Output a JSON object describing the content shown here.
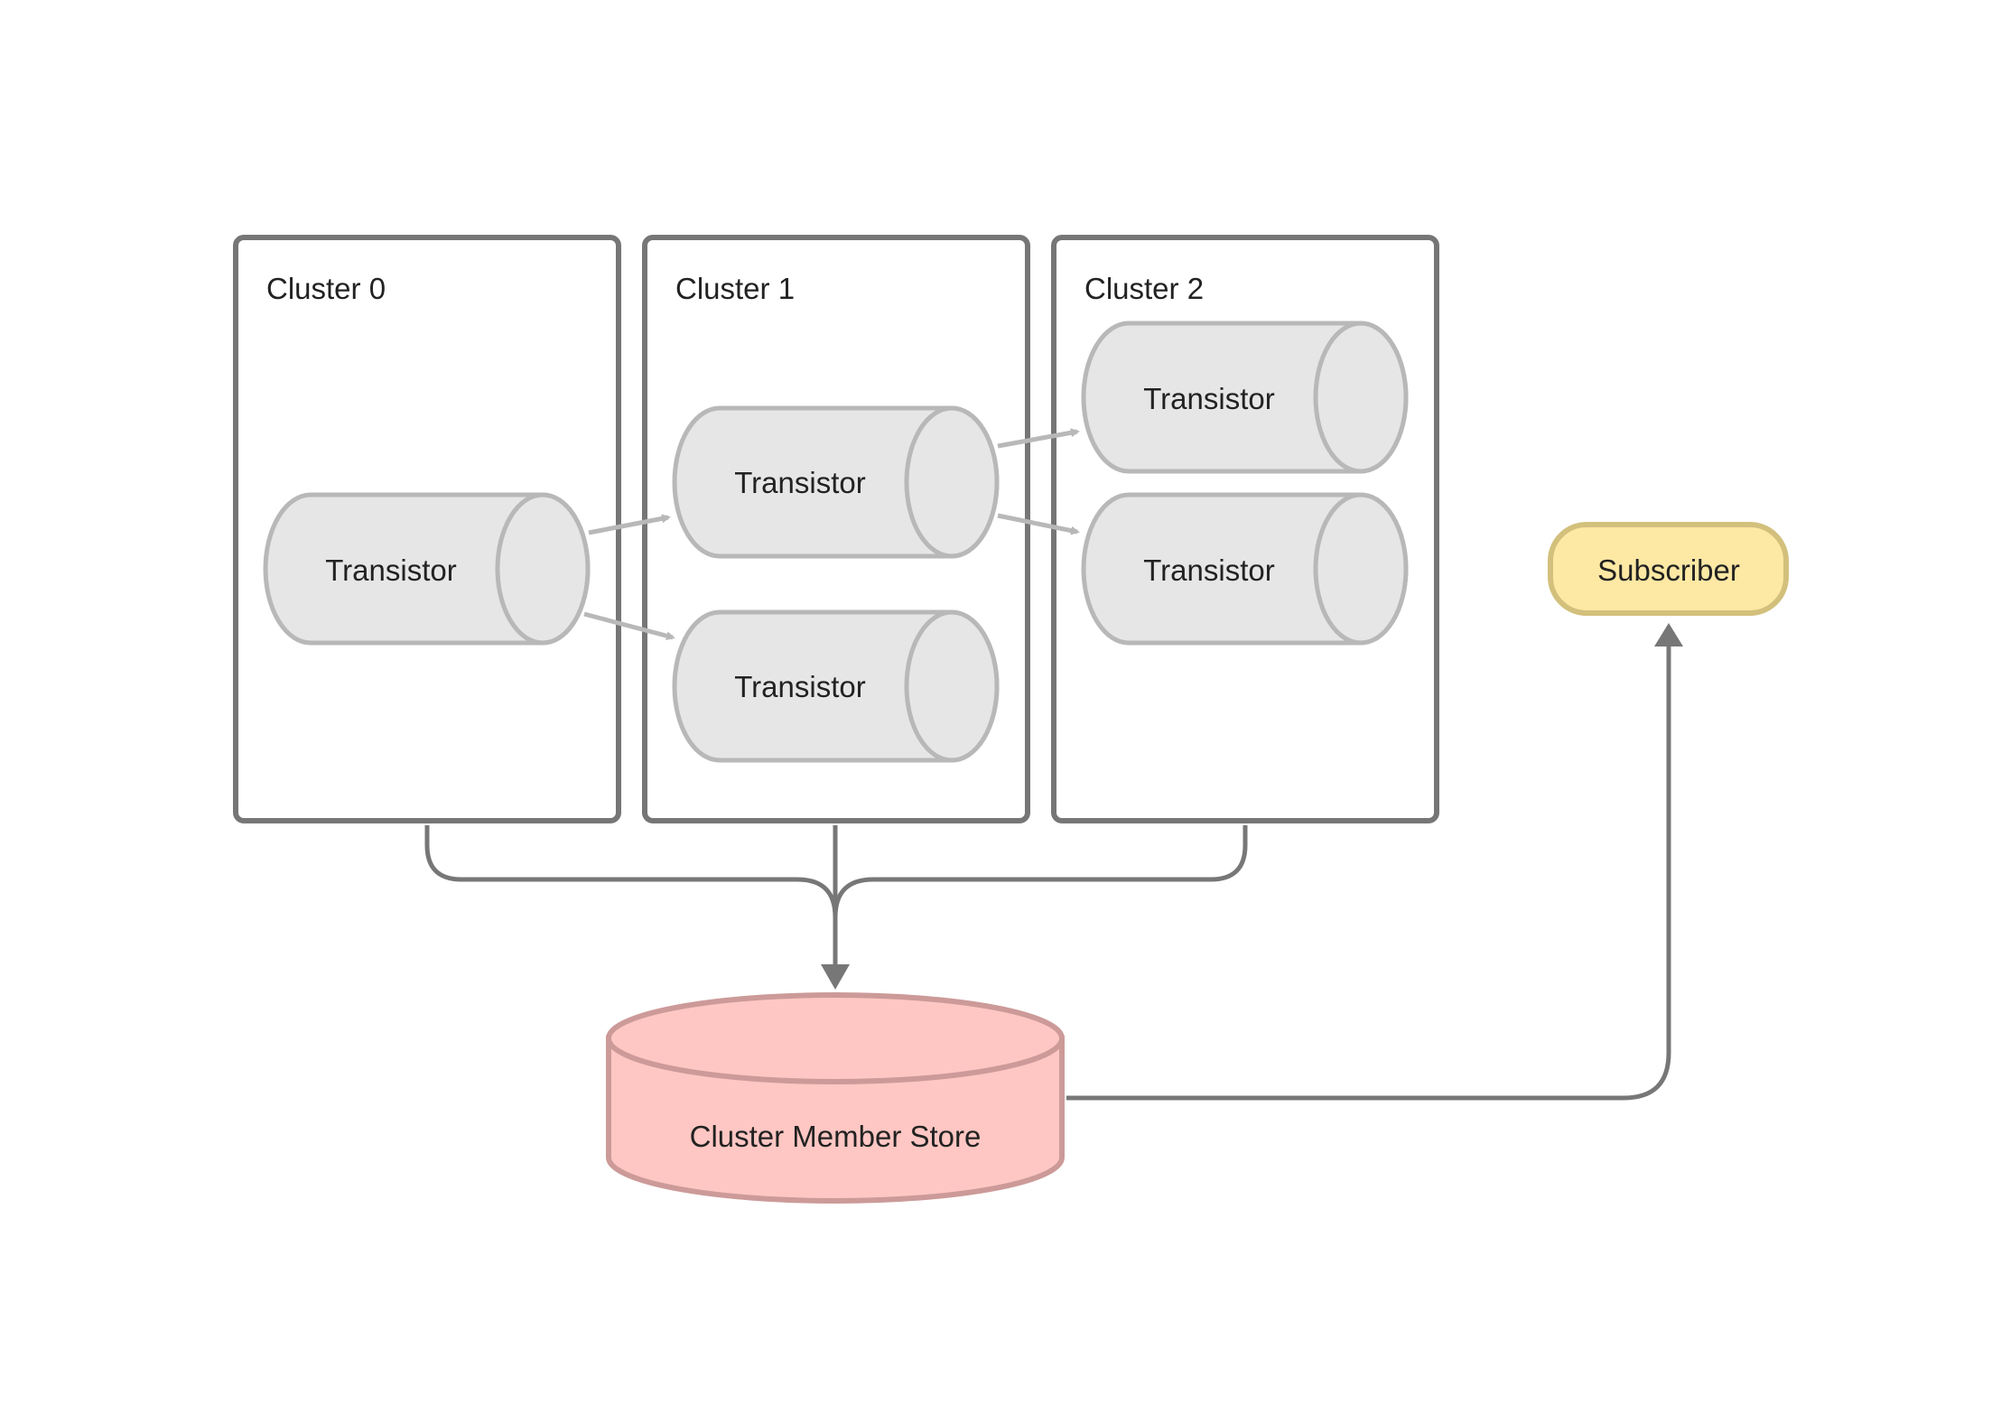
{
  "diagram": {
    "clusters": [
      {
        "label": "Cluster 0",
        "transistors": [
          "Transistor"
        ]
      },
      {
        "label": "Cluster 1",
        "transistors": [
          "Transistor",
          "Transistor"
        ]
      },
      {
        "label": "Cluster 2",
        "transistors": [
          "Transistor",
          "Transistor"
        ]
      }
    ],
    "store": {
      "label": "Cluster Member Store"
    },
    "subscriber": {
      "label": "Subscriber"
    },
    "colors": {
      "cluster_border": "#767676",
      "transistor_fill": "#e6e6e6",
      "transistor_stroke": "#b8b8b8",
      "store_fill": "#ffc7c3",
      "store_stroke": "#cc9a98",
      "subscriber_fill": "#fde8a4",
      "subscriber_stroke": "#d2c07c",
      "connector": "#777777",
      "transistor_arrow": "#b8b8b8"
    }
  }
}
